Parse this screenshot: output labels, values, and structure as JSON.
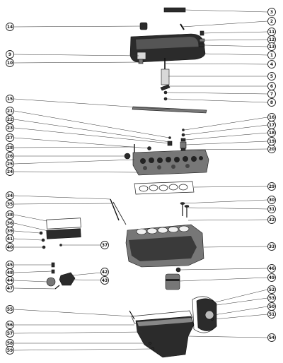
{
  "diagram": {
    "callouts": [
      {
        "id": "3",
        "label": "3"
      },
      {
        "id": "2",
        "label": "2"
      },
      {
        "id": "14",
        "label": "14"
      },
      {
        "id": "11",
        "label": "11"
      },
      {
        "id": "12",
        "label": "12"
      },
      {
        "id": "13",
        "label": "13"
      },
      {
        "id": "9",
        "label": "9"
      },
      {
        "id": "1",
        "label": "1"
      },
      {
        "id": "10",
        "label": "10"
      },
      {
        "id": "4",
        "label": "4"
      },
      {
        "id": "5",
        "label": "5"
      },
      {
        "id": "6",
        "label": "6"
      },
      {
        "id": "7",
        "label": "7"
      },
      {
        "id": "8",
        "label": "8"
      },
      {
        "id": "15",
        "label": "15"
      },
      {
        "id": "21",
        "label": "21"
      },
      {
        "id": "16",
        "label": "16"
      },
      {
        "id": "22",
        "label": "22"
      },
      {
        "id": "17",
        "label": "17"
      },
      {
        "id": "23",
        "label": "23"
      },
      {
        "id": "18",
        "label": "18"
      },
      {
        "id": "27",
        "label": "27"
      },
      {
        "id": "19",
        "label": "19"
      },
      {
        "id": "28",
        "label": "28"
      },
      {
        "id": "20",
        "label": "20"
      },
      {
        "id": "26",
        "label": "26"
      },
      {
        "id": "25",
        "label": "25"
      },
      {
        "id": "24",
        "label": "24"
      },
      {
        "id": "29",
        "label": "29"
      },
      {
        "id": "34",
        "label": "34"
      },
      {
        "id": "35",
        "label": "35"
      },
      {
        "id": "30",
        "label": "30"
      },
      {
        "id": "31",
        "label": "31"
      },
      {
        "id": "38",
        "label": "38"
      },
      {
        "id": "32",
        "label": "32"
      },
      {
        "id": "36",
        "label": "36"
      },
      {
        "id": "39",
        "label": "39"
      },
      {
        "id": "41",
        "label": "41"
      },
      {
        "id": "37",
        "label": "37"
      },
      {
        "id": "40",
        "label": "40"
      },
      {
        "id": "33",
        "label": "33"
      },
      {
        "id": "45",
        "label": "45"
      },
      {
        "id": "46",
        "label": "46"
      },
      {
        "id": "48",
        "label": "48"
      },
      {
        "id": "42",
        "label": "42"
      },
      {
        "id": "49",
        "label": "49"
      },
      {
        "id": "44",
        "label": "44"
      },
      {
        "id": "43",
        "label": "43"
      },
      {
        "id": "47",
        "label": "47"
      },
      {
        "id": "52",
        "label": "52"
      },
      {
        "id": "53",
        "label": "53"
      },
      {
        "id": "55",
        "label": "55"
      },
      {
        "id": "50",
        "label": "50"
      },
      {
        "id": "51",
        "label": "51"
      },
      {
        "id": "56",
        "label": "56"
      },
      {
        "id": "57",
        "label": "57"
      },
      {
        "id": "58",
        "label": "58"
      },
      {
        "id": "59",
        "label": "59"
      },
      {
        "id": "54",
        "label": "54"
      }
    ]
  }
}
